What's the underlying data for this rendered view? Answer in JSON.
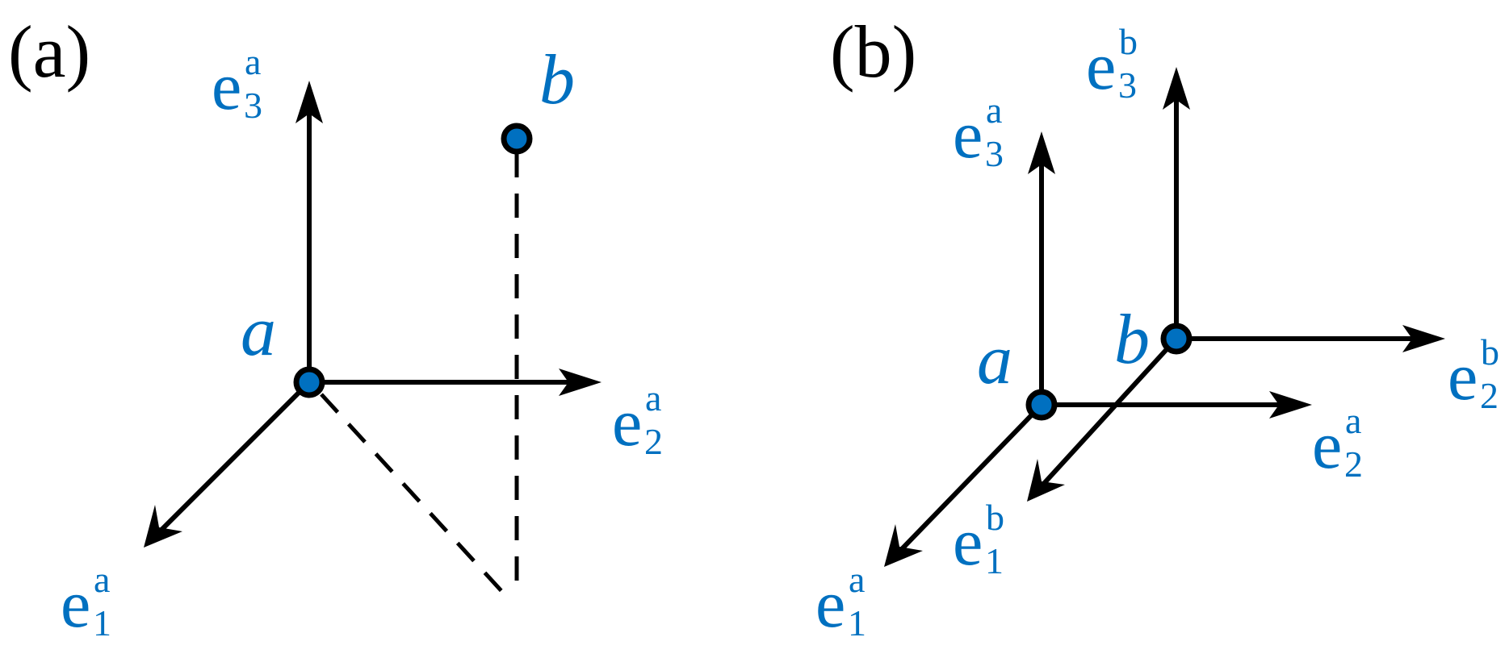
{
  "colors": {
    "accent": "#0070c0",
    "line": "#000000"
  },
  "panels": [
    {
      "label": "(a)",
      "points": [
        {
          "name": "a"
        },
        {
          "name": "b"
        }
      ],
      "basis": [
        {
          "base": "e",
          "sub": "1",
          "sup": "a"
        },
        {
          "base": "e",
          "sub": "2",
          "sup": "a"
        },
        {
          "base": "e",
          "sub": "3",
          "sup": "a"
        }
      ]
    },
    {
      "label": "(b)",
      "points": [
        {
          "name": "a"
        },
        {
          "name": "b"
        }
      ],
      "basis": [
        {
          "base": "e",
          "sub": "1",
          "sup": "a"
        },
        {
          "base": "e",
          "sub": "2",
          "sup": "a"
        },
        {
          "base": "e",
          "sub": "3",
          "sup": "a"
        },
        {
          "base": "e",
          "sub": "1",
          "sup": "b"
        },
        {
          "base": "e",
          "sub": "2",
          "sup": "b"
        },
        {
          "base": "e",
          "sub": "3",
          "sup": "b"
        }
      ]
    }
  ]
}
